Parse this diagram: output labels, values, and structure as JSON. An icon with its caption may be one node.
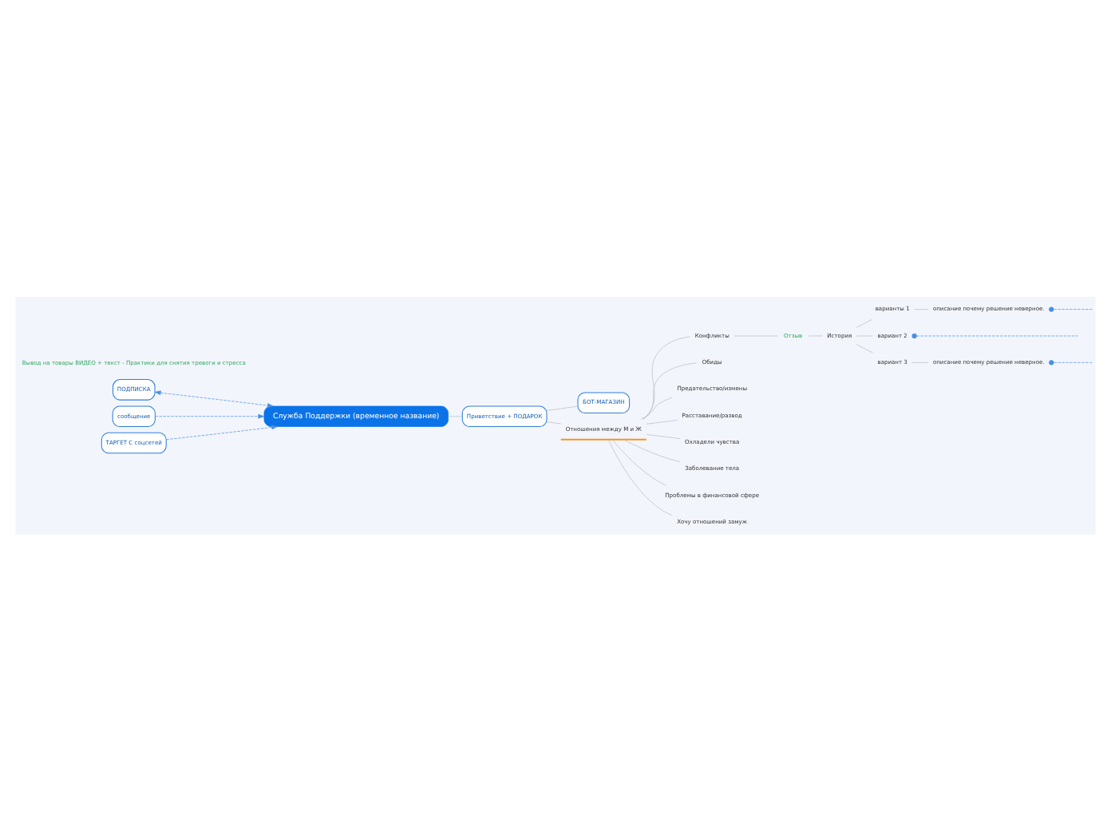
{
  "diagram": {
    "nodes": [
      {
        "text": [
          "ПОДПИСКА"
        ]
      },
      {
        "text": [
          "сообщение"
        ]
      },
      {
        "text": [
          "ТАРГЕТ С соцсетей"
        ]
      },
      {
        "text": [
          "Служба Поддержки (временное название)"
        ]
      },
      {
        "text": [
          "Приветствие + ПОДАРОК"
        ]
      },
      {
        "text": [
          "БОТ-МАГАЗИН"
        ]
      },
      {
        "text": [
          "Отношения между М и Ж"
        ]
      },
      {
        "text": [
          "Конфликты"
        ]
      },
      {
        "text": [
          "Отзыв"
        ]
      },
      {
        "text": [
          "История"
        ]
      },
      {
        "text": [
          "варианты 1"
        ]
      },
      {
        "text": [
          "описание почему решение неверное."
        ]
      },
      {
        "text": [
          "вариант 2"
        ]
      },
      {
        "text": [
          "вариант 3"
        ]
      },
      {
        "text": [
          "описание почему решение неверное."
        ]
      },
      {
        "text": [
          "Обиды"
        ]
      },
      {
        "text": [
          "Предательство/измены"
        ]
      },
      {
        "text": [
          "Расставание/развод"
        ]
      },
      {
        "text": [
          "Охладели чувства"
        ]
      },
      {
        "text": [
          "Заболевание тела"
        ]
      },
      {
        "text": [
          "Проблемы в финансовой сфере"
        ]
      },
      {
        "text": [
          "Хочу отношений замуж"
        ]
      }
    ],
    "edges": [
      {
        "from": 0,
        "to": 3,
        "arrow": "both",
        "style": "dashed",
        "color": "#4a90e2"
      },
      {
        "from": 1,
        "to": 3,
        "arrow": "to",
        "style": "dashed",
        "color": "#4a90e2"
      },
      {
        "from": 2,
        "to": 3,
        "arrow": "to",
        "style": "dashed",
        "color": "#4a90e2"
      },
      {
        "from": 3,
        "to": 4,
        "arrow": "none"
      },
      {
        "from": 4,
        "to": 5,
        "arrow": "none"
      },
      {
        "from": 4,
        "to": 6,
        "arrow": "none"
      },
      {
        "from": 6,
        "to": 7,
        "arrow": "none"
      },
      {
        "from": 7,
        "to": 8,
        "arrow": "none"
      },
      {
        "from": 8,
        "to": 9,
        "arrow": "none"
      },
      {
        "from": 9,
        "to": 10,
        "arrow": "none"
      },
      {
        "from": 10,
        "to": 11,
        "arrow": "none"
      },
      {
        "from": 9,
        "to": 12,
        "arrow": "none"
      },
      {
        "from": 9,
        "to": 13,
        "arrow": "none"
      },
      {
        "from": 13,
        "to": 14,
        "arrow": "none"
      },
      {
        "from": 6,
        "to": 15,
        "arrow": "none"
      },
      {
        "from": 6,
        "to": 16,
        "arrow": "none"
      },
      {
        "from": 6,
        "to": 17,
        "arrow": "none"
      },
      {
        "from": 6,
        "to": 18,
        "arrow": "none"
      },
      {
        "from": 6,
        "to": 19,
        "arrow": "none"
      },
      {
        "from": 6,
        "to": 20,
        "arrow": "none"
      },
      {
        "from": 6,
        "to": 21,
        "arrow": "none"
      },
      {
        "from": 11,
        "to": null,
        "arrow": "other",
        "style": "dashed",
        "color": "#4a90e2"
      },
      {
        "from": 12,
        "to": null,
        "arrow": "other",
        "style": "dashed",
        "color": "#4a90e2"
      },
      {
        "from": 14,
        "to": null,
        "arrow": "other",
        "style": "dashed",
        "color": "#4a90e2"
      }
    ],
    "labels": [
      "Вывод на товары ВИДЕО + текст - Практики для снятия тревоги и стресса"
    ]
  }
}
